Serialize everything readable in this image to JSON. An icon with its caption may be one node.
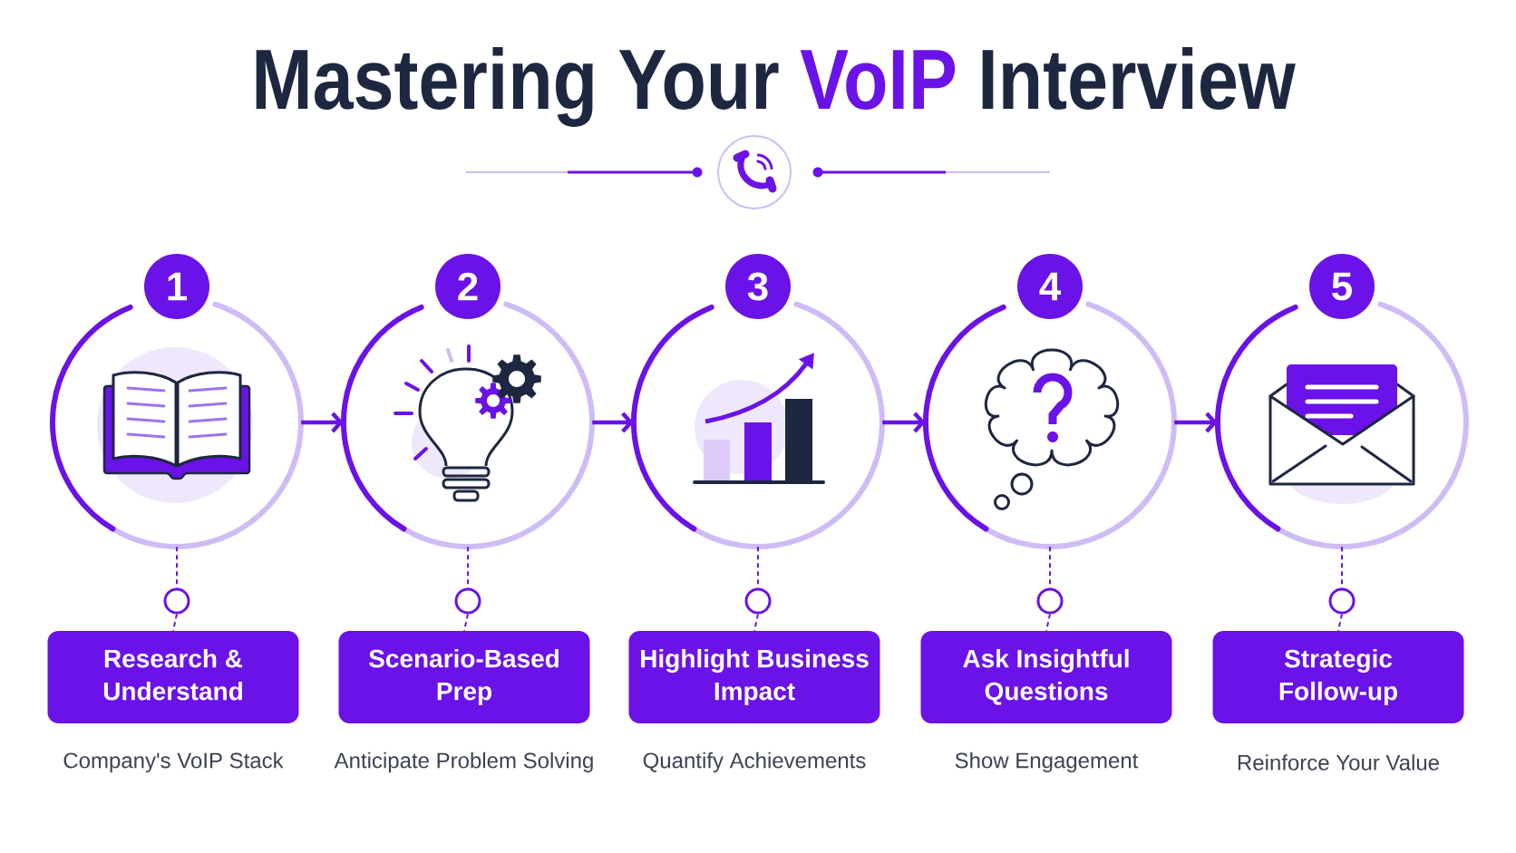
{
  "diagram": {
    "title": "Mastering Your VoIP Interview",
    "nodes": [
      {
        "text": [
          "1"
        ]
      },
      {
        "text": [],
        "shape": "circle"
      },
      {
        "text": [],
        "shape": "circle"
      },
      {
        "text": [
          "Research & Understand"
        ],
        "beside": [
          "Company's VoIP Stack"
        ]
      },
      {
        "text": [
          "2"
        ]
      },
      {
        "text": [],
        "shape": "circle"
      },
      {
        "text": [],
        "shape": "circle"
      },
      {
        "text": [
          "Scenario-Based Prep"
        ],
        "beside": [
          "Anticipate Problem Solving"
        ]
      },
      {
        "text": [
          "3"
        ]
      },
      {
        "text": [],
        "shape": "circle"
      },
      {
        "text": [],
        "shape": "circle"
      },
      {
        "text": [
          "Highlight Business Impact"
        ],
        "beside": [
          "Quantify Achievements"
        ]
      },
      {
        "text": [
          "4"
        ]
      },
      {
        "text": [],
        "shape": "circle"
      },
      {
        "text": [],
        "shape": "circle"
      },
      {
        "text": [
          "Ask Insightful Questions"
        ],
        "beside": [
          "Show Engagement"
        ]
      },
      {
        "text": [
          "5"
        ]
      },
      {
        "text": [],
        "shape": "circle"
      },
      {
        "text": [],
        "shape": "circle"
      },
      {
        "text": [
          "Strategic Follow-up"
        ],
        "beside": [
          "Reinforce Your Value"
        ]
      }
    ],
    "edges": [
      {
        "from": 1,
        "to": 5,
        "arrow": "to"
      },
      {
        "from": 5,
        "to": 9,
        "arrow": "to"
      },
      {
        "from": 9,
        "to": 13,
        "arrow": "to"
      },
      {
        "from": 13,
        "to": 17,
        "arrow": "to"
      },
      {
        "from": 1,
        "to": 2,
        "arrow": "none",
        "style": "dashed"
      },
      {
        "from": 2,
        "to": 3,
        "arrow": "none",
        "style": "dashed"
      },
      {
        "from": 5,
        "to": 6,
        "arrow": "none",
        "style": "dashed"
      },
      {
        "from": 6,
        "to": 7,
        "arrow": "none",
        "style": "dashed"
      },
      {
        "from": 9,
        "to": 10,
        "arrow": "none",
        "style": "dashed"
      },
      {
        "from": 10,
        "to": 11,
        "arrow": "none",
        "style": "dashed"
      },
      {
        "from": 13,
        "to": 14,
        "arrow": "none",
        "style": "dashed"
      },
      {
        "from": 14,
        "to": 15,
        "arrow": "none",
        "style": "dashed"
      },
      {
        "from": 17,
        "to": 18,
        "arrow": "none",
        "style": "dashed"
      },
      {
        "from": 18,
        "to": 19,
        "arrow": "none",
        "style": "dashed"
      }
    ]
  }
}
